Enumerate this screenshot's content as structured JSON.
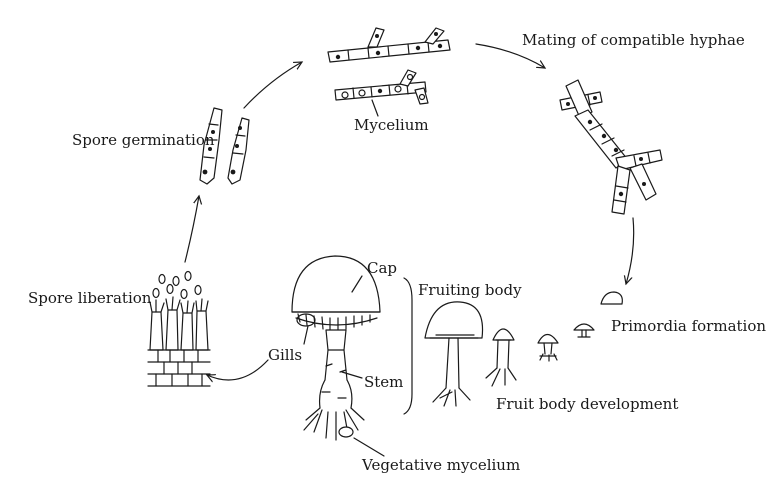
{
  "labels": {
    "spore_germination": "Spore germination",
    "mycelium": "Mycelium",
    "mating": "Mating of compatible hyphae",
    "primordia": "Primordia formation",
    "fruit_body_development": "Fruit body development",
    "fruiting_body": "Fruiting body",
    "cap": "Cap",
    "gills": "Gills",
    "stem": "Stem",
    "vegetative_mycelium": "Vegetative mycelium",
    "spore_liberation": "Spore liberation"
  },
  "colors": {
    "ink": "#1a1a1a",
    "background": "#ffffff"
  }
}
